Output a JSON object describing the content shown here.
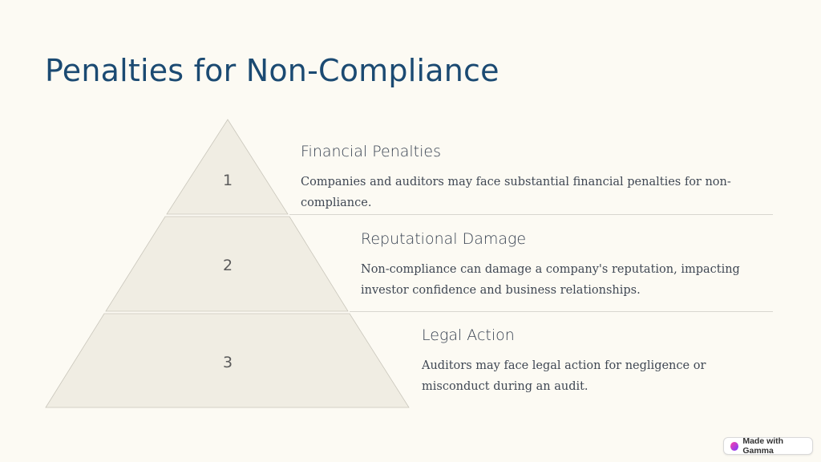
{
  "slide": {
    "title": "Penalties for Non-Compliance"
  },
  "pyramid": {
    "tiers": [
      {
        "number": "1",
        "title": "Financial Penalties",
        "description": "Companies and auditors may face substantial financial penalties for non-compliance."
      },
      {
        "number": "2",
        "title": "Reputational Damage",
        "description": "Non-compliance can damage a company's reputation, impacting investor confidence and business relationships."
      },
      {
        "number": "3",
        "title": "Legal Action",
        "description": "Auditors may face legal action for negligence or misconduct during an audit."
      }
    ],
    "fill_color": "#f0ede3",
    "stroke_color": "#c9c6bb"
  },
  "badge": {
    "label": "Made with Gamma",
    "icon": "gamma-logo-icon"
  }
}
